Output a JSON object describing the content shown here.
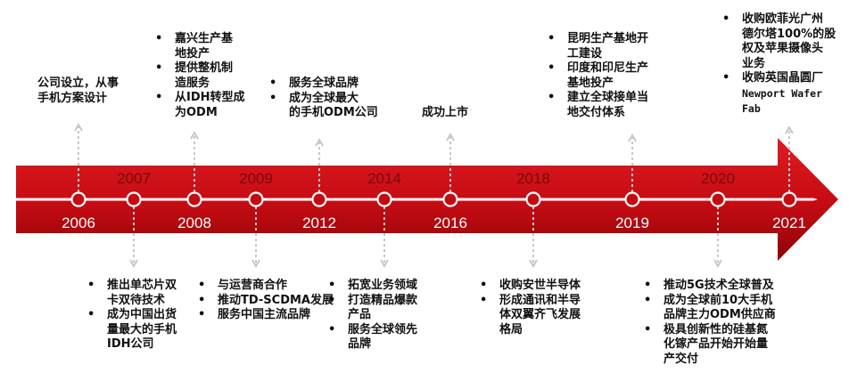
{
  "colors": {
    "band": "#c40b12",
    "band_dark": "#8a0508",
    "stripe": "#ffffff",
    "connector": "#c8c8c8",
    "marker_fill": "#c40b12",
    "marker_ring": "#ffffff"
  },
  "milestones": [
    {
      "year": "2006",
      "label_pos": "below",
      "event_pos": "above",
      "events": [
        "公司设立，从事\n手机方案设计"
      ]
    },
    {
      "year": "2007",
      "label_pos": "above",
      "event_pos": "below",
      "events": [
        "推出单芯片双\n卡双待技术",
        "成为中国出货\n量最大的手机\nIDH公司"
      ]
    },
    {
      "year": "2008",
      "label_pos": "below",
      "event_pos": "above",
      "events": [
        "嘉兴生产基\n地投产",
        "提供整机制\n造服务",
        "从IDH转型成\n为ODM"
      ]
    },
    {
      "year": "2009",
      "label_pos": "above",
      "event_pos": "below",
      "events": [
        "与运营商合作",
        "推动TD-SCDMA发展",
        "服务中国主流品牌"
      ]
    },
    {
      "year": "2012",
      "label_pos": "below",
      "event_pos": "above",
      "events": [
        "服务全球品牌",
        "成为全球最大\n的手机ODM公司"
      ]
    },
    {
      "year": "2014",
      "label_pos": "above",
      "event_pos": "below",
      "events": [
        "拓宽业务领域",
        "打造精品爆款\n产品",
        "服务全球领先\n品牌"
      ]
    },
    {
      "year": "2016",
      "label_pos": "below",
      "event_pos": "above",
      "events": [
        "成功上市"
      ]
    },
    {
      "year": "2018",
      "label_pos": "above",
      "event_pos": "below",
      "events": [
        "收购安世半导体",
        "形成通讯和半导\n体双翼齐飞发展\n格局"
      ]
    },
    {
      "year": "2019",
      "label_pos": "below",
      "event_pos": "above",
      "events": [
        "昆明生产基地开\n工建设",
        "印度和印尼生产\n基地投产",
        "建立全球接单当\n地交付体系"
      ]
    },
    {
      "year": "2020",
      "label_pos": "above",
      "event_pos": "below",
      "events": [
        "推动5G技术全球普及",
        "成为全球前10大手机\n品牌主力ODM供应商",
        "极具创新性的硅基氮\n化镓产品开始开始量\n产交付"
      ]
    },
    {
      "year": "2021",
      "label_pos": "below",
      "event_pos": "above",
      "events": [
        "收购欧菲光广州\n德尔塔100%的股\n权及苹果摄像头\n业务",
        "收购英国晶圆厂\nNewport Wafer\nFab"
      ]
    }
  ]
}
